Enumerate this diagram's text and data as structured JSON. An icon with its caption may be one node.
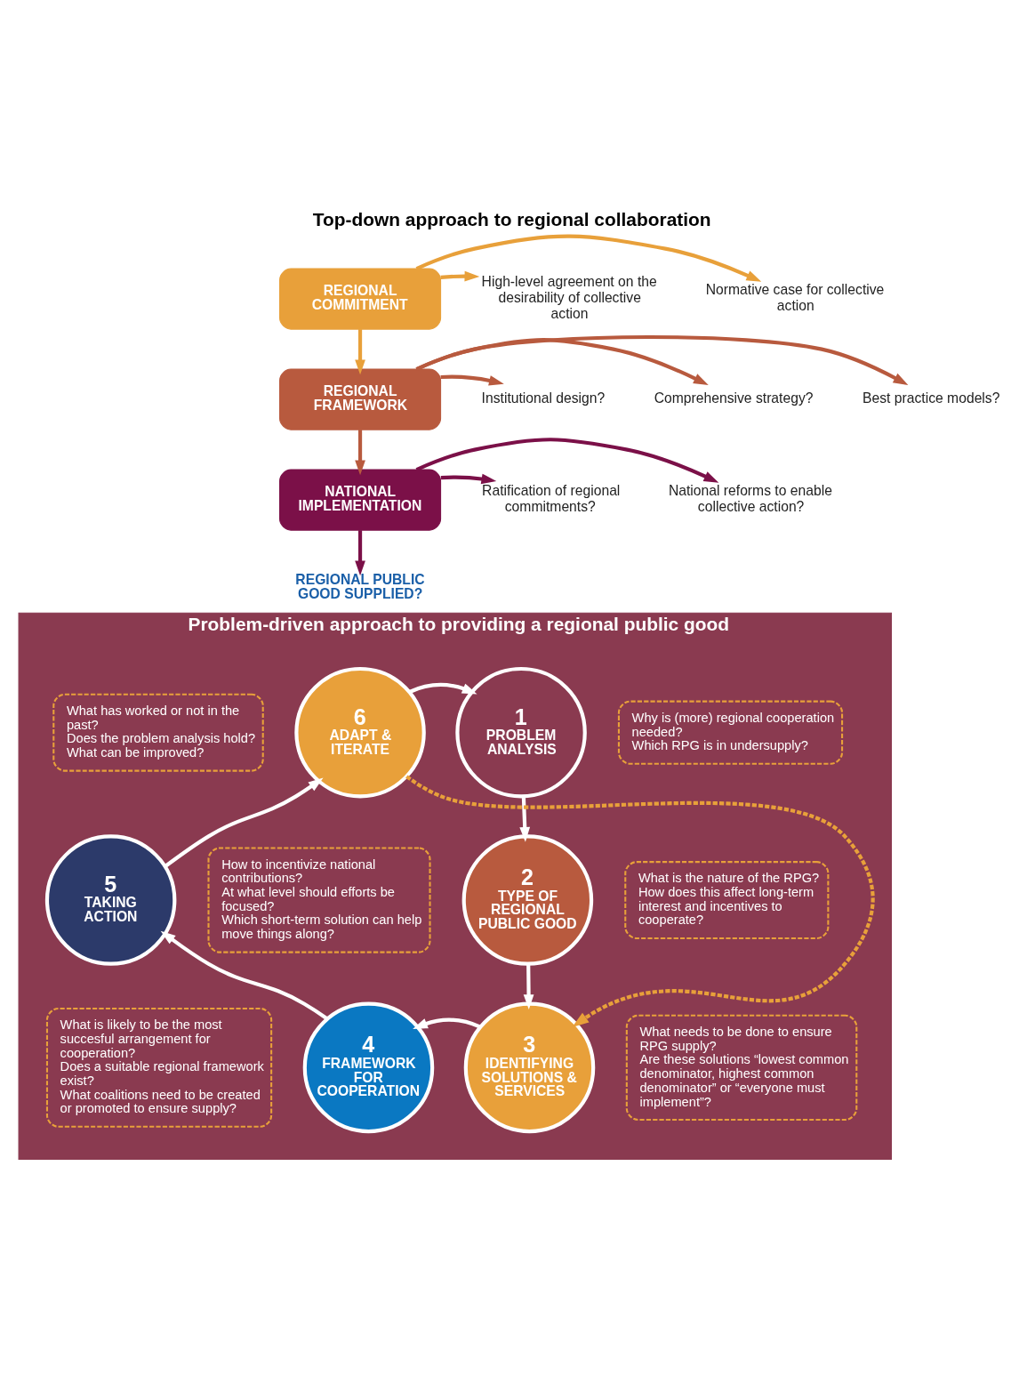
{
  "diagram": {
    "title": "Top-down approach to regional collaboration",
    "nodes": [
      {
        "text": [
          "REGIONAL COMMITMENT"
        ]
      },
      {
        "text": [
          "REGIONAL FRAMEWORK"
        ]
      },
      {
        "text": [
          "NATIONAL IMPLEMENTATION"
        ]
      },
      {
        "text": [
          "REGIONAL PUBLIC GOOD SUPPLIED?"
        ]
      },
      {
        "text": [
          "High-level agreement on the desirability of collective action"
        ]
      },
      {
        "text": [
          "Normative case for collective action"
        ]
      },
      {
        "text": [
          "Institutional design?"
        ]
      },
      {
        "text": [
          "Comprehensive strategy?"
        ]
      },
      {
        "text": [
          "Best practice models?"
        ]
      },
      {
        "text": [
          "Ratification of regional commitments?"
        ]
      },
      {
        "text": [
          "National reforms to enable collective action?"
        ]
      },
      {
        "text": [
          "Problem-driven approach to providing a regional public good"
        ]
      },
      {
        "text": [
          "1",
          "PROBLEM ANALYSIS"
        ],
        "in": 11
      },
      {
        "text": [
          "Why is (more) regional cooperation needed?",
          "Which RPG is in undersupply?"
        ],
        "in": 11
      },
      {
        "text": [
          "2",
          "TYPE OF REGIONAL PUBLIC GOOD"
        ],
        "in": 11
      },
      {
        "text": [
          "What is the nature of the RPG?",
          "How does this affect long-term interest and incentives to cooperate?"
        ],
        "in": 11
      },
      {
        "text": [
          "3",
          "IDENTIFYING SOLUTIONS & SERVICES"
        ],
        "in": 11
      },
      {
        "text": [
          "What needs to be done to ensure RPG supply?",
          "Are these solutions “lowest common denominator, highest common denominator” or “everyone must implement”?"
        ],
        "in": 11
      },
      {
        "text": [
          "4",
          "FRAMEWORK FOR COOPERATION"
        ],
        "in": 11
      },
      {
        "text": [
          "What is likely to be the most succesful arrangement for cooperation?",
          "Does a suitable regional framework exist?",
          "What coalitions need to be created or promoted to ensure supply?"
        ],
        "in": 11
      },
      {
        "text": [
          "5",
          "TAKING ACTION"
        ],
        "in": 11
      },
      {
        "text": [
          "How to incentivize national contributions?",
          "At what level should efforts be focused?",
          "Which short-term solution can help move things along?"
        ],
        "in": 11
      },
      {
        "text": [
          "6",
          "ADAPT & ITERATE"
        ],
        "in": 11
      },
      {
        "text": [
          "What has worked or not in the past?",
          "Does the problem analysis hold?",
          "What can be improved?"
        ],
        "in": 11
      }
    ],
    "edges": [
      {
        "from": 0,
        "to": 1,
        "arrow": "to",
        "color": "#e8a03a"
      },
      {
        "from": 1,
        "to": 2,
        "arrow": "to",
        "color": "#b85a3e"
      },
      {
        "from": 2,
        "to": 3,
        "arrow": "to",
        "color": "#7b1048"
      },
      {
        "from": 0,
        "to": 4,
        "arrow": "to",
        "color": "#e8a03a"
      },
      {
        "from": 0,
        "to": 5,
        "arrow": "to",
        "color": "#e8a03a"
      },
      {
        "from": 1,
        "to": 6,
        "arrow": "to",
        "color": "#b85a3e"
      },
      {
        "from": 1,
        "to": 7,
        "arrow": "to",
        "color": "#b85a3e"
      },
      {
        "from": 1,
        "to": 8,
        "arrow": "to",
        "color": "#b85a3e"
      },
      {
        "from": 2,
        "to": 9,
        "arrow": "to",
        "color": "#7b1048"
      },
      {
        "from": 2,
        "to": 10,
        "arrow": "to",
        "color": "#7b1048"
      },
      {
        "from": 22,
        "to": 12,
        "arrow": "to",
        "color": "#ffffff"
      },
      {
        "from": 12,
        "to": 14,
        "arrow": "to",
        "color": "#ffffff"
      },
      {
        "from": 14,
        "to": 16,
        "arrow": "to",
        "color": "#ffffff"
      },
      {
        "from": 16,
        "to": 18,
        "arrow": "to",
        "color": "#ffffff"
      },
      {
        "from": 18,
        "to": 20,
        "arrow": "to",
        "color": "#ffffff"
      },
      {
        "from": 20,
        "to": 22,
        "arrow": "to",
        "color": "#ffffff"
      },
      {
        "from": 22,
        "to": 16,
        "arrow": "to",
        "style": "dashed",
        "color": "#e8a03a"
      }
    ]
  }
}
